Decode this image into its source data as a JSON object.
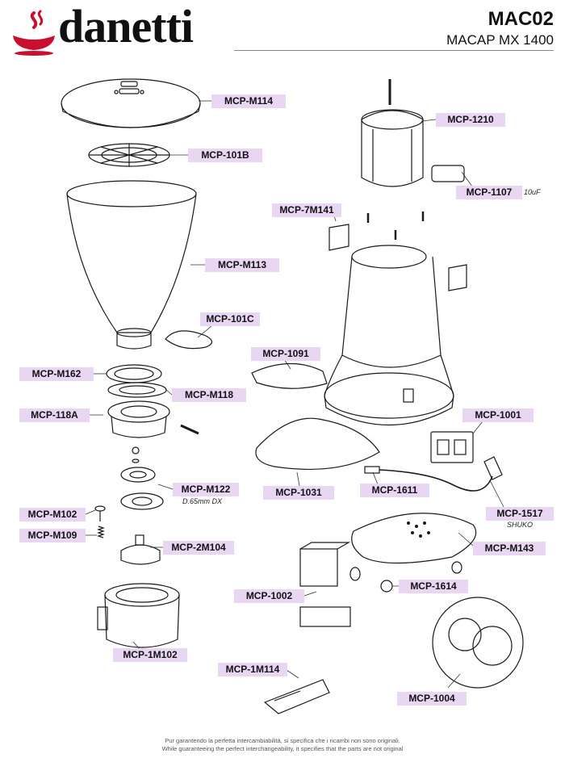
{
  "brand": {
    "name": "danetti",
    "logo_icon": "steaming-cup-icon",
    "accent_color": "#c8102e"
  },
  "header": {
    "model_code": "MAC02",
    "model_name": "MACAP MX 1400"
  },
  "parts": [
    {
      "id": "mcp-m114",
      "code": "MCP-M114"
    },
    {
      "id": "mcp-101b",
      "code": "MCP-101B"
    },
    {
      "id": "mcp-m113",
      "code": "MCP-M113"
    },
    {
      "id": "mcp-101c",
      "code": "MCP-101C"
    },
    {
      "id": "mcp-m162",
      "code": "MCP-M162"
    },
    {
      "id": "mcp-m118",
      "code": "MCP-M118"
    },
    {
      "id": "mcp-118a",
      "code": "MCP-118A"
    },
    {
      "id": "mcp-m122",
      "code": "MCP-M122",
      "note": "D.65mm DX"
    },
    {
      "id": "mcp-m102",
      "code": "MCP-M102"
    },
    {
      "id": "mcp-m109",
      "code": "MCP-M109"
    },
    {
      "id": "mcp-2m104",
      "code": "MCP-2M104"
    },
    {
      "id": "mcp-1m102",
      "code": "MCP-1M102"
    },
    {
      "id": "mcp-1210",
      "code": "MCP-1210"
    },
    {
      "id": "mcp-1107",
      "code": "MCP-1107",
      "note": "10uF"
    },
    {
      "id": "mcp-7m141",
      "code": "MCP-7M141"
    },
    {
      "id": "mcp-1091",
      "code": "MCP-1091"
    },
    {
      "id": "mcp-1001",
      "code": "MCP-1001"
    },
    {
      "id": "mcp-1031",
      "code": "MCP-1031"
    },
    {
      "id": "mcp-1611",
      "code": "MCP-1611"
    },
    {
      "id": "mcp-1517",
      "code": "MCP-1517",
      "note": "SHUKO"
    },
    {
      "id": "mcp-m143",
      "code": "MCP-M143"
    },
    {
      "id": "mcp-1614",
      "code": "MCP-1614"
    },
    {
      "id": "mcp-1002",
      "code": "MCP-1002"
    },
    {
      "id": "mcp-1m114",
      "code": "MCP-1M114"
    },
    {
      "id": "mcp-1004",
      "code": "MCP-1004"
    }
  ],
  "footer": {
    "line_it": "Pur garantendo la perfetta intercambiabilità, si specifica che i ricambi non sono originali.",
    "line_en": "While guaranteeing the perfect interchangeability, it specifies that the parts are not original"
  }
}
